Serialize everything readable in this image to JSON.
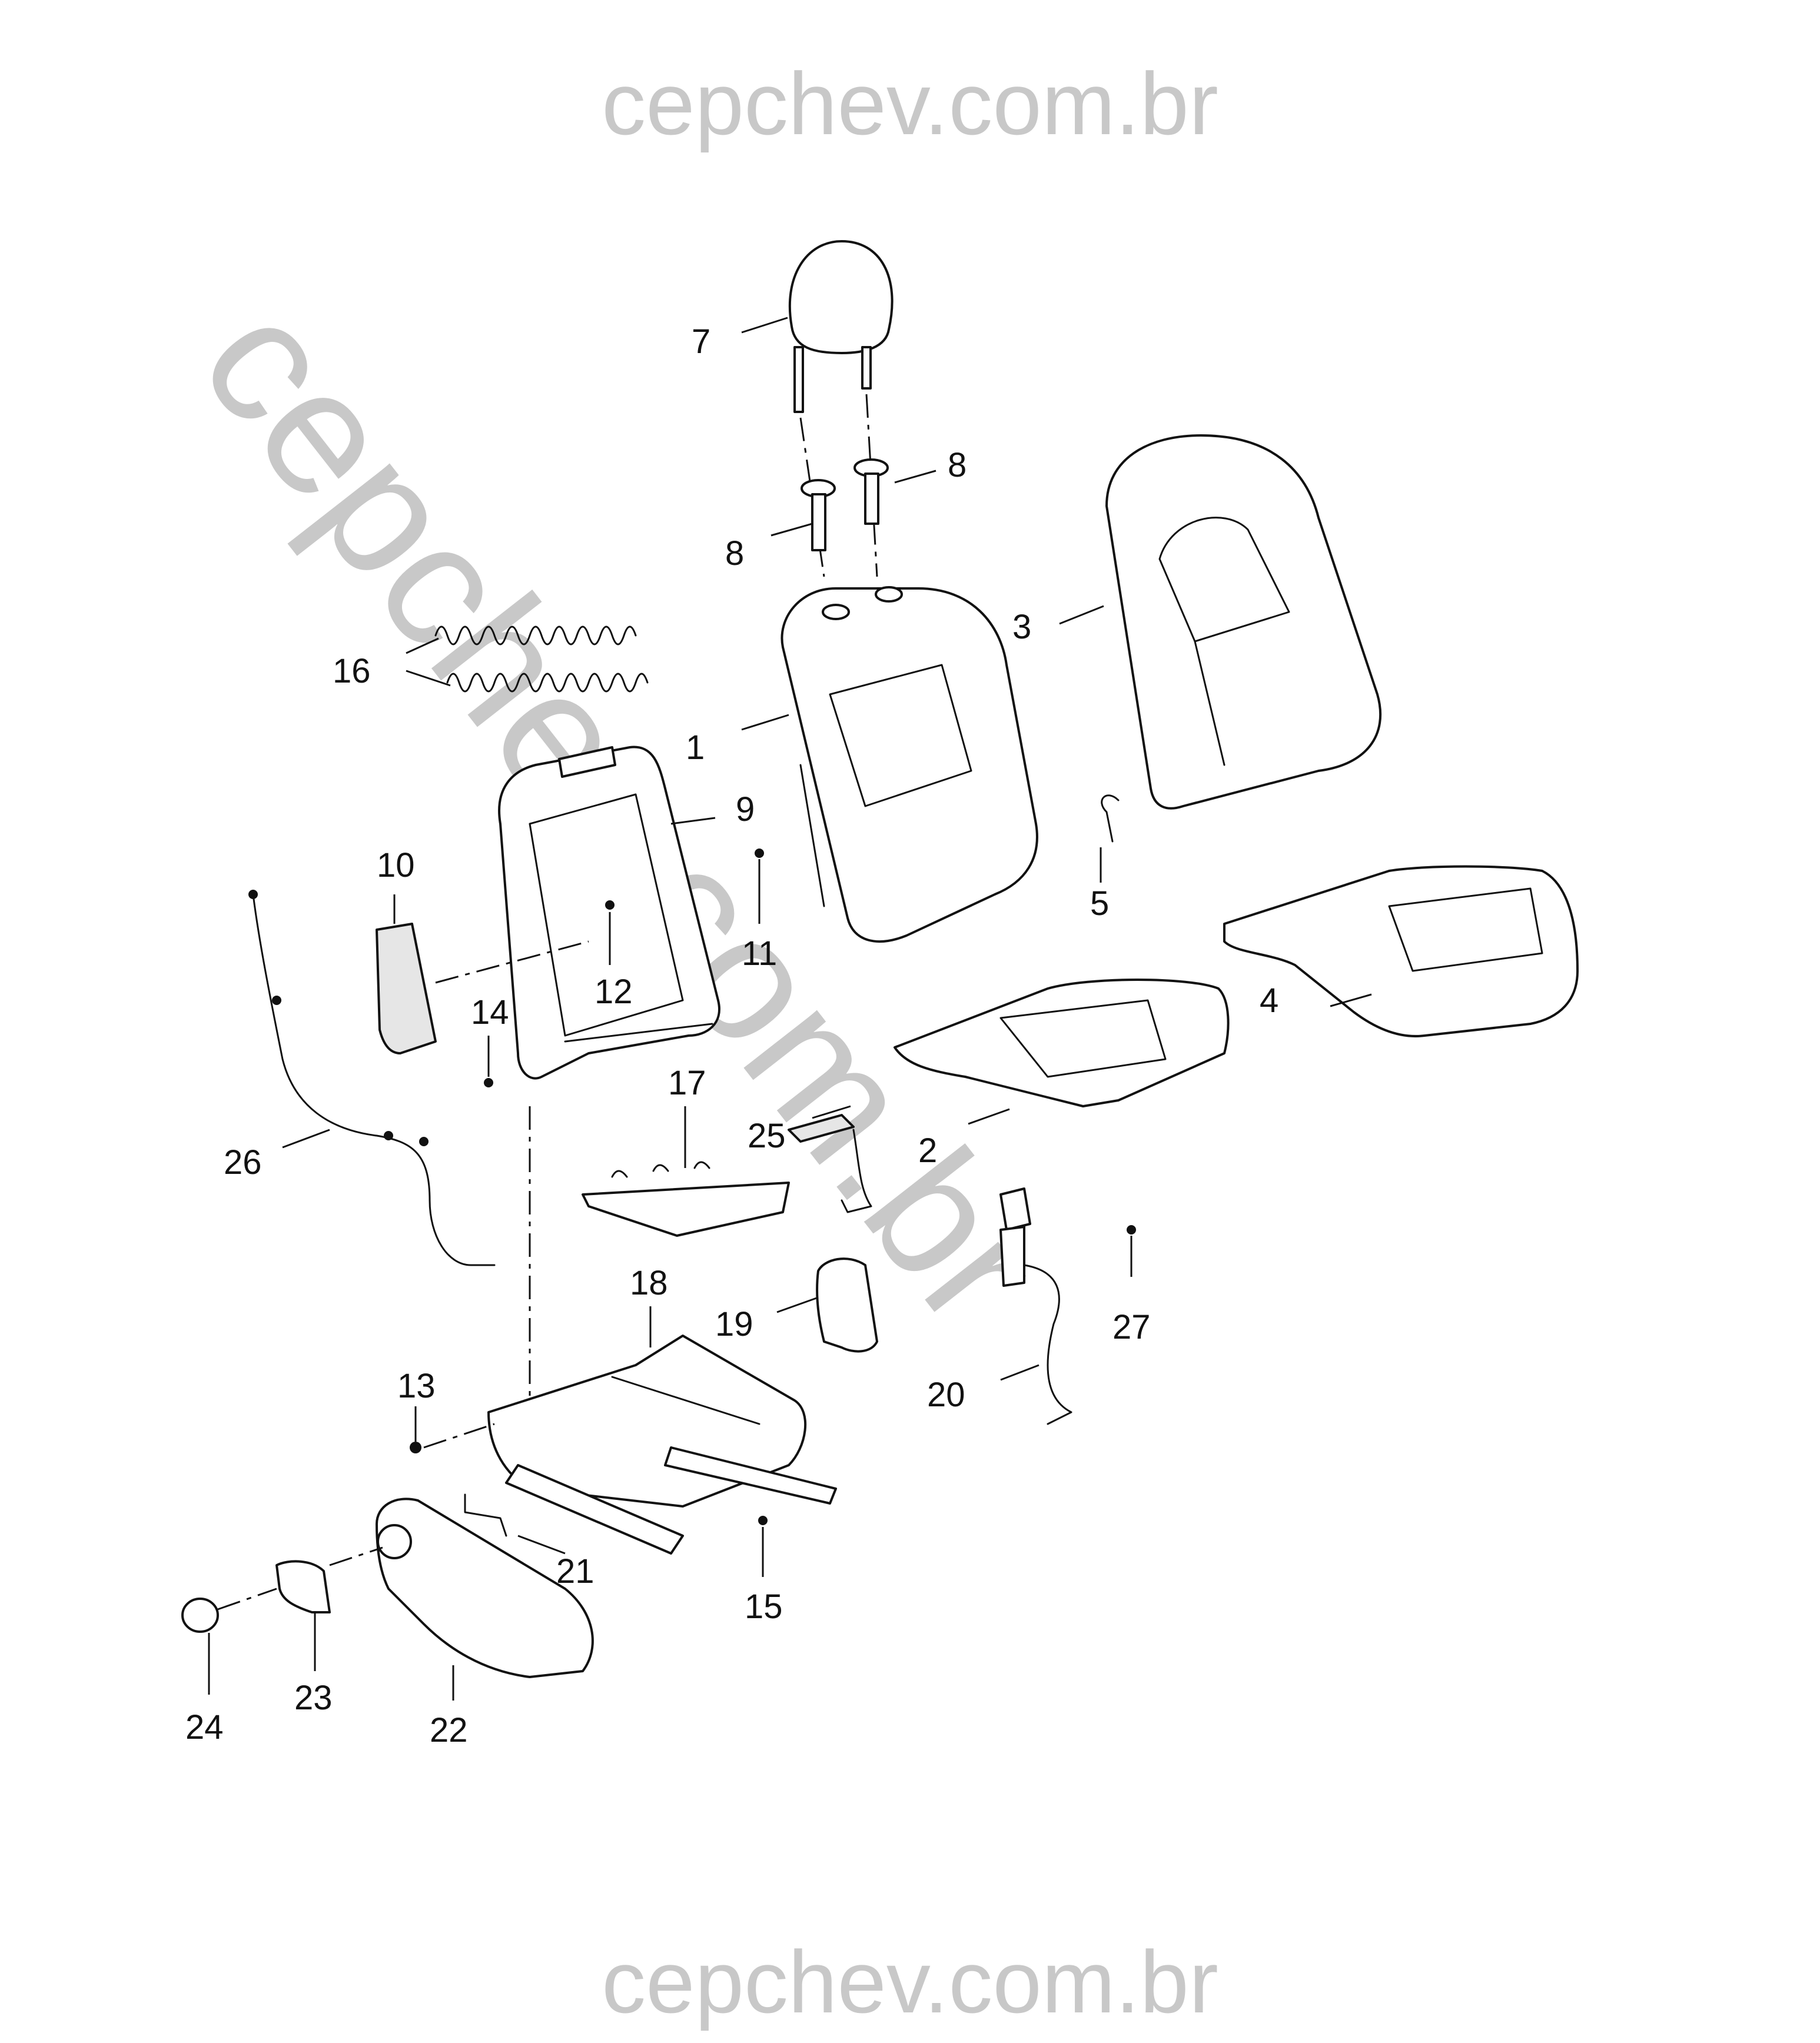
{
  "watermark": {
    "top_text": "cepchev.com.br",
    "bottom_text": "cepchev.com.br",
    "diagonal_text": "cepchev.com.br",
    "color": "#c8c8c8"
  },
  "callouts": [
    {
      "id": "1",
      "label": "1"
    },
    {
      "id": "2",
      "label": "2"
    },
    {
      "id": "3",
      "label": "3"
    },
    {
      "id": "4",
      "label": "4"
    },
    {
      "id": "5",
      "label": "5"
    },
    {
      "id": "7",
      "label": "7"
    },
    {
      "id": "8a",
      "label": "8"
    },
    {
      "id": "8b",
      "label": "8"
    },
    {
      "id": "9",
      "label": "9"
    },
    {
      "id": "10",
      "label": "10"
    },
    {
      "id": "11",
      "label": "11"
    },
    {
      "id": "12",
      "label": "12"
    },
    {
      "id": "13",
      "label": "13"
    },
    {
      "id": "14",
      "label": "14"
    },
    {
      "id": "15",
      "label": "15"
    },
    {
      "id": "16",
      "label": "16"
    },
    {
      "id": "17",
      "label": "17"
    },
    {
      "id": "18",
      "label": "18"
    },
    {
      "id": "19",
      "label": "19"
    },
    {
      "id": "20",
      "label": "20"
    },
    {
      "id": "21",
      "label": "21"
    },
    {
      "id": "22",
      "label": "22"
    },
    {
      "id": "23",
      "label": "23"
    },
    {
      "id": "24",
      "label": "24"
    },
    {
      "id": "25",
      "label": "25"
    },
    {
      "id": "26",
      "label": "26"
    },
    {
      "id": "27",
      "label": "27"
    }
  ]
}
